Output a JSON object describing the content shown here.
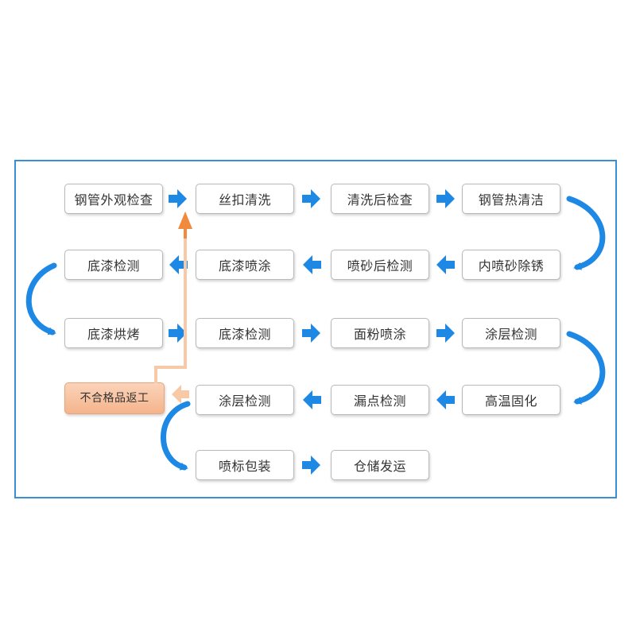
{
  "colors": {
    "frame": "#3a8fd4",
    "arrow_blue": "#1e88e5",
    "arrow_orange": "#f08a3c",
    "return_line": "#f8c9a6",
    "reject_fill": "#f6bf9a"
  },
  "steps": [
    {
      "id": "s1",
      "label": "钢管外观检查"
    },
    {
      "id": "s2",
      "label": "丝扣清洗"
    },
    {
      "id": "s3",
      "label": "清洗后检查"
    },
    {
      "id": "s4",
      "label": "钢管热清洁"
    },
    {
      "id": "s5",
      "label": "内喷砂除锈"
    },
    {
      "id": "s6",
      "label": "喷砂后检测"
    },
    {
      "id": "s7",
      "label": "底漆喷涂"
    },
    {
      "id": "s8",
      "label": "底漆检测"
    },
    {
      "id": "s9",
      "label": "底漆烘烤"
    },
    {
      "id": "s10",
      "label": "底漆检测"
    },
    {
      "id": "s11",
      "label": "面粉喷涂"
    },
    {
      "id": "s12",
      "label": "涂层检测"
    },
    {
      "id": "s13",
      "label": "高温固化"
    },
    {
      "id": "s14",
      "label": "漏点检测"
    },
    {
      "id": "s15",
      "label": "涂层检测"
    },
    {
      "id": "s16",
      "label": "喷标包装"
    },
    {
      "id": "s17",
      "label": "仓储发运"
    }
  ],
  "reject": {
    "label": "不合格品返工"
  }
}
